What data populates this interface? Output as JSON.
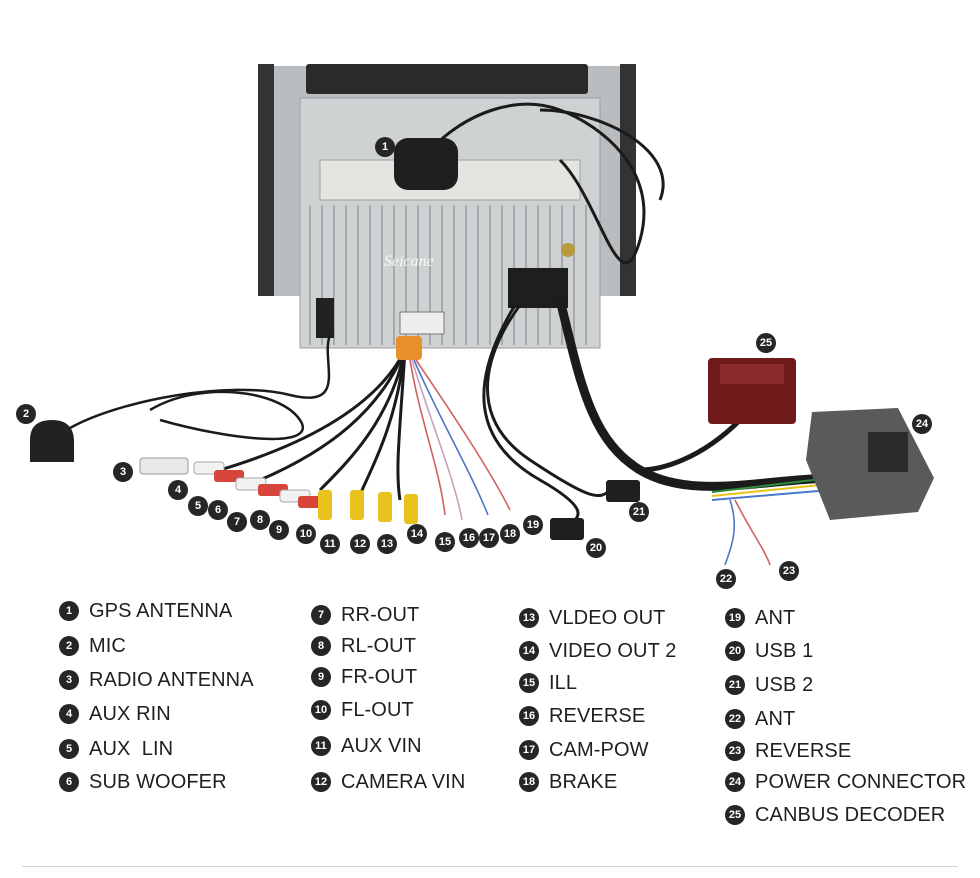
{
  "brand_watermark": "Seicane",
  "legend": [
    {
      "num": "1",
      "label": "GPS ANTENNA"
    },
    {
      "num": "2",
      "label": "MIC"
    },
    {
      "num": "3",
      "label": "RADIO ANTENNA"
    },
    {
      "num": "4",
      "label": "AUX RIN"
    },
    {
      "num": "5",
      "label": "AUX  LIN"
    },
    {
      "num": "6",
      "label": "SUB WOOFER"
    },
    {
      "num": "7",
      "label": "RR-OUT"
    },
    {
      "num": "8",
      "label": "RL-OUT"
    },
    {
      "num": "9",
      "label": "FR-OUT"
    },
    {
      "num": "10",
      "label": "FL-OUT"
    },
    {
      "num": "11",
      "label": "AUX VIN"
    },
    {
      "num": "12",
      "label": "CAMERA VIN"
    },
    {
      "num": "13",
      "label": "VLDEO OUT"
    },
    {
      "num": "14",
      "label": "VIDEO OUT 2"
    },
    {
      "num": "15",
      "label": "ILL"
    },
    {
      "num": "16",
      "label": "REVERSE"
    },
    {
      "num": "17",
      "label": "CAM-POW"
    },
    {
      "num": "18",
      "label": "BRAKE"
    },
    {
      "num": "19",
      "label": "ANT"
    },
    {
      "num": "20",
      "label": "USB 1"
    },
    {
      "num": "21",
      "label": "USB 2"
    },
    {
      "num": "22",
      "label": "ANT"
    },
    {
      "num": "23",
      "label": "REVERSE"
    },
    {
      "num": "24",
      "label": "POWER CONNECTOR"
    },
    {
      "num": "25",
      "label": "CANBUS DECODER"
    }
  ],
  "colors": {
    "badge": "#262626",
    "chassis": "#c9cccd",
    "cable": "#1b1b1b",
    "rca_red": "#d8453a",
    "rca_yellow": "#e9c31d",
    "rca_white": "#f2f2f2",
    "decoder": "#6e1a1a",
    "power_foam": "#5a5a5a"
  }
}
